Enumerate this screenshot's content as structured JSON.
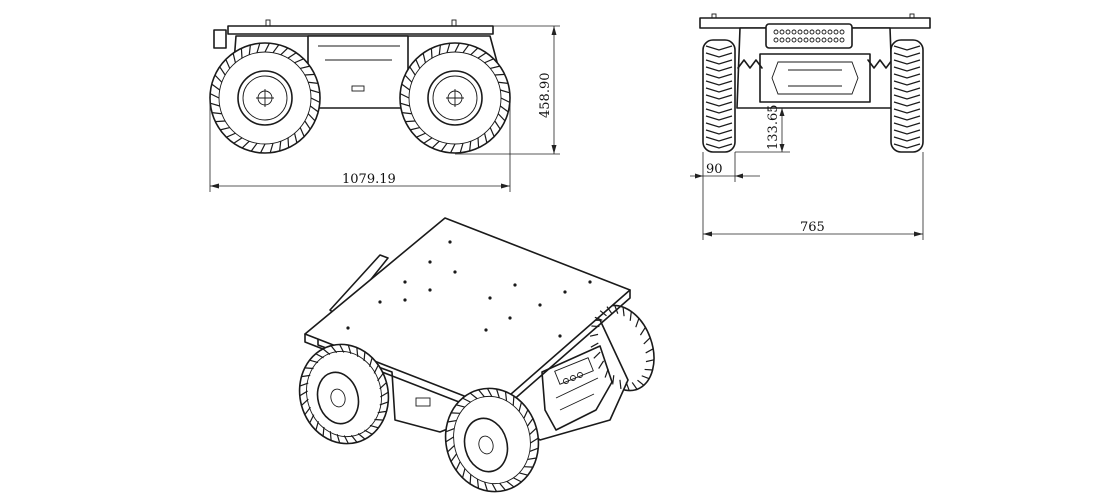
{
  "dimensions": {
    "length": "1079.19",
    "height": "458.90",
    "width": "765",
    "wheel_offset": "90",
    "ground_clearance": "133.65"
  },
  "colors": {
    "line": "#1a1a1a",
    "background": "#ffffff"
  }
}
